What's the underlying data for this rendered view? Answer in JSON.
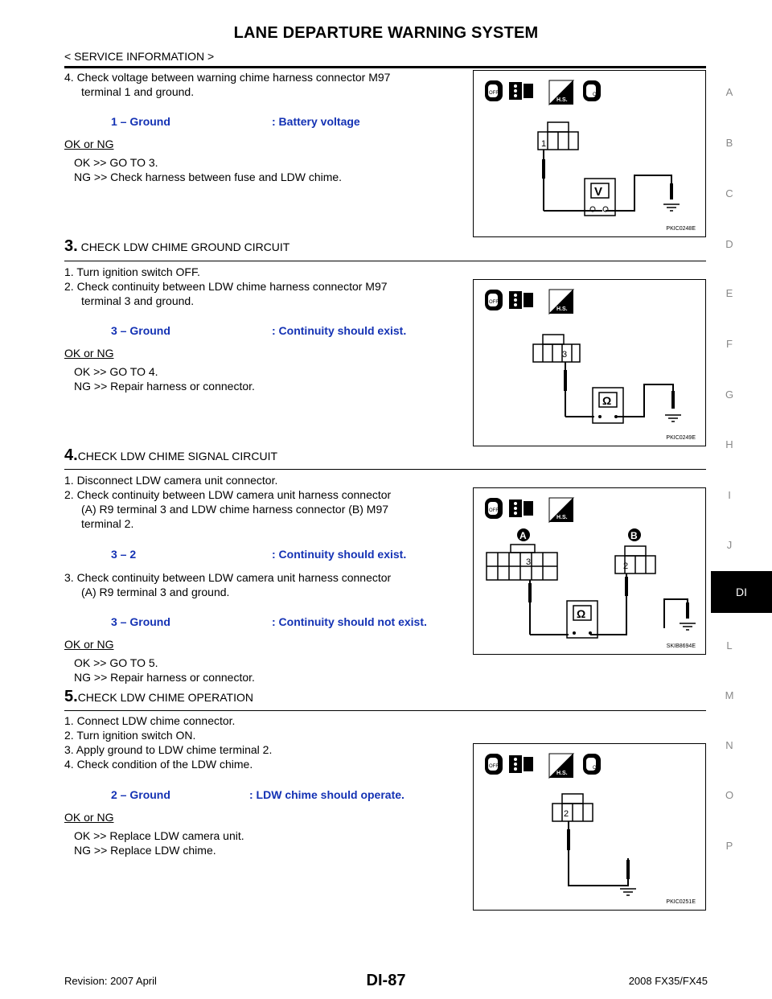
{
  "header": {
    "title": "LANE DEPARTURE WARNING SYSTEM",
    "subtitle": "< SERVICE INFORMATION >"
  },
  "side_index": {
    "letters": [
      "A",
      "B",
      "C",
      "D",
      "E",
      "F",
      "G",
      "H",
      "I",
      "J",
      "L",
      "M",
      "N",
      "O",
      "P"
    ],
    "active_tab": "DI"
  },
  "sec2": {
    "line1": "4.  Check voltage between warning chime harness connector M97",
    "line2": "terminal 1 and ground.",
    "spec_left": "1 – Ground",
    "spec_right": ": Battery voltage",
    "okng": "OK or NG",
    "ok": "OK      >> GO TO 3.",
    "ng": "NG      >> Check harness between fuse and LDW chime.",
    "fig_code": "PKIC0248E",
    "terminal": "1",
    "meter": "V"
  },
  "sec3": {
    "num": "3.",
    "heading": " CHECK LDW CHIME GROUND CIRCUIT",
    "step1": "1.  Turn ignition switch OFF.",
    "step2a": "2.  Check continuity between LDW chime harness connector M97",
    "step2b": "terminal 3 and ground.",
    "spec_left": "3 – Ground",
    "spec_right": ": Continuity should exist.",
    "okng": "OK or NG",
    "ok": "OK      >> GO TO 4.",
    "ng": "NG      >> Repair harness or connector.",
    "fig_code": "PKIC0249E",
    "terminal": "3",
    "meter": "Ω"
  },
  "sec4": {
    "num": "4.",
    "heading": "CHECK LDW CHIME SIGNAL CIRCUIT",
    "step1": "1.  Disconnect LDW camera unit connector.",
    "step2a": "2.  Check continuity between LDW camera unit harness connector",
    "step2b": "(A) R9 terminal 3 and LDW chime harness connector (B) M97",
    "step2c": "terminal 2.",
    "spec1_left": "3 – 2",
    "spec1_right": ": Continuity should exist.",
    "step3a": "3.  Check continuity between LDW camera unit harness connector",
    "step3b": "(A) R9 terminal 3 and ground.",
    "spec2_left": "3 – Ground",
    "spec2_right": ": Continuity should not exist.",
    "okng": "OK or NG",
    "ok": "OK      >> GO TO 5.",
    "ng": "NG      >> Repair harness or connector.",
    "fig_code": "SKIB8694E",
    "label_a": "A",
    "label_b": "B",
    "terminal_a": "3",
    "terminal_b": "2",
    "meter": "Ω"
  },
  "sec5": {
    "num": "5.",
    "heading": "CHECK LDW CHIME OPERATION",
    "step1": "1.  Connect LDW chime connector.",
    "step2": "2.  Turn ignition switch ON.",
    "step3": "3.  Apply ground to LDW chime terminal 2.",
    "step4": "4.  Check condition of the LDW chime.",
    "spec_left": "2 – Ground",
    "spec_right": ": LDW chime should operate.",
    "okng": "OK or NG",
    "ok": "OK      >> Replace LDW camera unit.",
    "ng": "NG      >> Replace LDW chime.",
    "fig_code": "PKIC0251E",
    "terminal": "2"
  },
  "icons": {
    "off": "OFF",
    "on": "ON",
    "hs": "H.S."
  },
  "footer": {
    "page_number": "DI-87",
    "revision": "Revision: 2007 April",
    "model": "2008 FX35/FX45"
  }
}
